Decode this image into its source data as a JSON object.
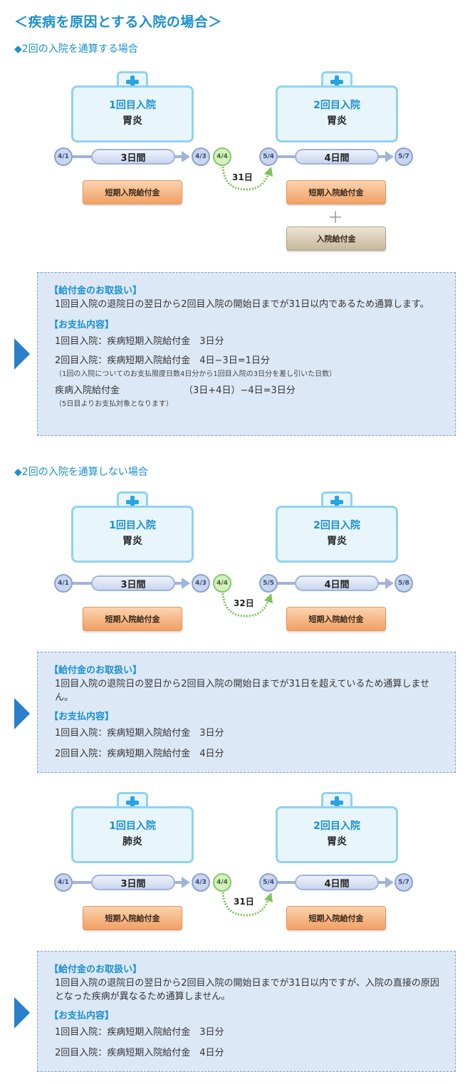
{
  "title": "＜疾病を原因とする入院の場合＞",
  "marker": "◆",
  "diagrams": [
    {
      "heading": "2回の入院を通算する場合",
      "hosp1": {
        "label": "1回目入院",
        "disease": "胃炎"
      },
      "hosp2": {
        "label": "2回目入院",
        "disease": "胃炎"
      },
      "d1": "4/1",
      "bar1": "3日間",
      "d2": "4/3",
      "d3": "4/4",
      "d4": "5/4",
      "bar2": "4日間",
      "d5": "5/7",
      "gap": "31日",
      "benefit1": "短期入院給付金",
      "benefit2": "短期入院給付金",
      "plus": "＋",
      "benefit3": "入院給付金"
    },
    {
      "heading": "2回の入院を通算しない場合",
      "hosp1": {
        "label": "1回目入院",
        "disease": "胃炎"
      },
      "hosp2": {
        "label": "2回目入院",
        "disease": "胃炎"
      },
      "d1": "4/1",
      "bar1": "3日間",
      "d2": "4/3",
      "d3": "4/4",
      "d4": "5/5",
      "bar2": "4日間",
      "d5": "5/8",
      "gap": "32日",
      "benefit1": "短期入院給付金",
      "benefit2": "短期入院給付金"
    },
    {
      "hosp1": {
        "label": "1回目入院",
        "disease": "肺炎"
      },
      "hosp2": {
        "label": "2回目入院",
        "disease": "胃炎"
      },
      "d1": "4/1",
      "bar1": "3日間",
      "d2": "4/3",
      "d3": "4/4",
      "d4": "5/4",
      "bar2": "4日間",
      "d5": "5/7",
      "gap": "31日",
      "benefit1": "短期入院給付金",
      "benefit2": "短期入院給付金"
    }
  ],
  "boxes": [
    {
      "h1": "【給付金のお取扱い】",
      "t1": "1回目入院の退院日の翌日から2回目入院の開始日までが31日以内であるため通算します。",
      "h2": "【お支払内容】",
      "p1": "1回目入院：疾病短期入院給付金　3日分",
      "p2": "2回目入院：疾病短期入院給付金　4日−3日=1日分",
      "p2note": "（1回の入院についてのお支払限度日数4日分から1回目入院の3日分を差し引いた日数）",
      "p3a": "疾病入院給付金",
      "p3b": "（3日+4日）−4日=3日分",
      "p3note": "（5日目よりお支払対象となります）"
    },
    {
      "h1": "【給付金のお取扱い】",
      "t1": "1回目入院の退院日の翌日から2回目入院の開始日までが31日を超えているため通算しません。",
      "h2": "【お支払内容】",
      "p1": "1回目入院：疾病短期入院給付金　3日分",
      "p2": "2回目入院：疾病短期入院給付金　4日分"
    },
    {
      "h1": "【給付金のお取扱い】",
      "t1": "1回目入院の退院日の翌日から2回目入院の開始日までが31日以内ですが、入院の直接の原因となった疾病が異なるため通算しません。",
      "h2": "【お支払内容】",
      "p1": "1回目入院：疾病短期入院給付金　3日分",
      "p2": "2回目入院：疾病短期入院給付金　4日分"
    }
  ],
  "colors": {
    "accent": "#1a8fd0",
    "box_bg": "#dde8f7",
    "benefit": "#f2a064",
    "inpatient": "#c7b89c"
  }
}
